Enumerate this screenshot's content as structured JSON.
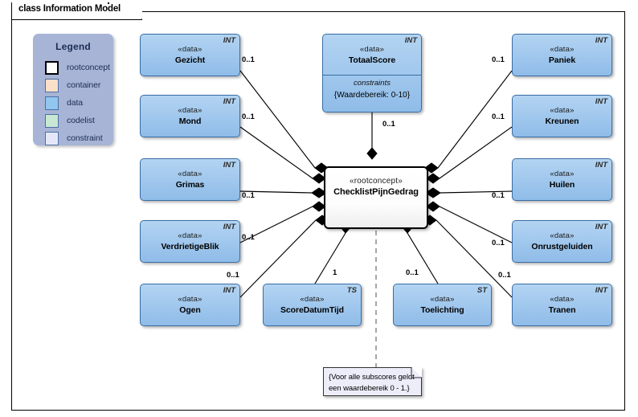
{
  "frame": {
    "tab_label": "class Information Model"
  },
  "legend": {
    "title": "Legend",
    "items": [
      {
        "label": "rootconcept",
        "color": "#ffffff"
      },
      {
        "label": "container",
        "color": "#fae0c8"
      },
      {
        "label": "data",
        "color": "#92c6ef"
      },
      {
        "label": "codelist",
        "color": "#c9e8d3"
      },
      {
        "label": "constraint",
        "color": "#e5e7f9"
      }
    ]
  },
  "root_class": {
    "stereotype": "«rootconcept»",
    "name": "ChecklistPijnGedrag"
  },
  "classes": [
    {
      "id": "gezicht",
      "stereotype": "«data»",
      "name": "Gezicht",
      "type": "INT"
    },
    {
      "id": "mond",
      "stereotype": "«data»",
      "name": "Mond",
      "type": "INT"
    },
    {
      "id": "grimas",
      "stereotype": "«data»",
      "name": "Grimas",
      "type": "INT"
    },
    {
      "id": "verdrietigeblik",
      "stereotype": "«data»",
      "name": "VerdrietigeBlik",
      "type": "INT"
    },
    {
      "id": "ogen",
      "stereotype": "«data»",
      "name": "Ogen",
      "type": "INT"
    },
    {
      "id": "totaalscore",
      "stereotype": "«data»",
      "name": "TotaalScore",
      "type": "INT",
      "compartment_title": "constraints",
      "compartment_value": "{Waardebereik: 0-10}"
    },
    {
      "id": "paniek",
      "stereotype": "«data»",
      "name": "Paniek",
      "type": "INT"
    },
    {
      "id": "kreunen",
      "stereotype": "«data»",
      "name": "Kreunen",
      "type": "INT"
    },
    {
      "id": "huilen",
      "stereotype": "«data»",
      "name": "Huilen",
      "type": "INT"
    },
    {
      "id": "onrustgeluiden",
      "stereotype": "«data»",
      "name": "Onrustgeluiden",
      "type": "INT"
    },
    {
      "id": "tranen",
      "stereotype": "«data»",
      "name": "Tranen",
      "type": "INT"
    },
    {
      "id": "scoredatumtijd",
      "stereotype": "«data»",
      "name": "ScoreDatumTijd",
      "type": "TS"
    },
    {
      "id": "toelichting",
      "stereotype": "«data»",
      "name": "Toelichting",
      "type": "ST"
    }
  ],
  "multiplicities": {
    "gezicht": "0..1",
    "mond": "0..1",
    "grimas": "0..1",
    "verdrietigeblik": "0..1",
    "ogen": "0..1",
    "totaalscore": "0..1",
    "paniek": "0..1",
    "kreunen": "0..1",
    "huilen": "0..1",
    "onrustgeluiden": "0..1",
    "tranen": "0..1",
    "scoredatumtijd": "1",
    "toelichting": "0..1"
  },
  "note": {
    "line1": "{Voor alle subscores geldt",
    "line2": "een waardebereik 0 - 1.}"
  }
}
